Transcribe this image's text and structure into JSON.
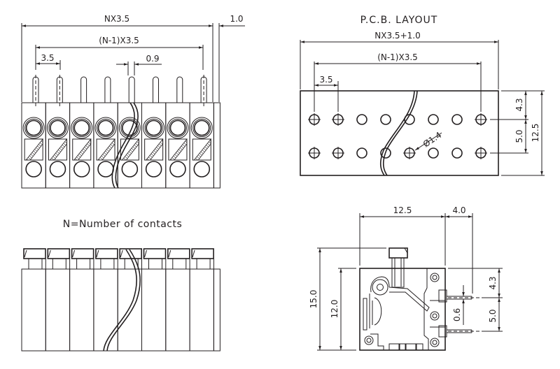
{
  "front_view": {
    "dim_total_width": "NX3.5",
    "dim_pitch_span": "(N-1)X3.5",
    "dim_pitch": "3.5",
    "dim_pin_width": "0.9",
    "dim_end_wall": "1.0",
    "contact_count": 8
  },
  "pcb_layout": {
    "title": "P.C.B. LAYOUT",
    "dim_total_width": "NX3.5+1.0",
    "dim_pitch_span": "(N-1)X3.5",
    "dim_pitch": "3.5",
    "dim_hole_diameter": "Ø1.4",
    "dim_top_offset": "4.3",
    "dim_row_spacing": "5.0",
    "dim_total_depth": "12.5",
    "holes_per_row": 8
  },
  "top_view": {
    "note": "N=Number of contacts",
    "contact_count": 8
  },
  "side_view": {
    "dim_body_depth": "12.5",
    "dim_pin_extension": "4.0",
    "dim_total_height": "15.0",
    "dim_body_height": "12.0",
    "dim_pin_offset": "4.3",
    "dim_pin_spacing": "5.0",
    "dim_pin_thickness": "0.6"
  },
  "colors": {
    "line": "#231f20",
    "background": "#ffffff"
  }
}
